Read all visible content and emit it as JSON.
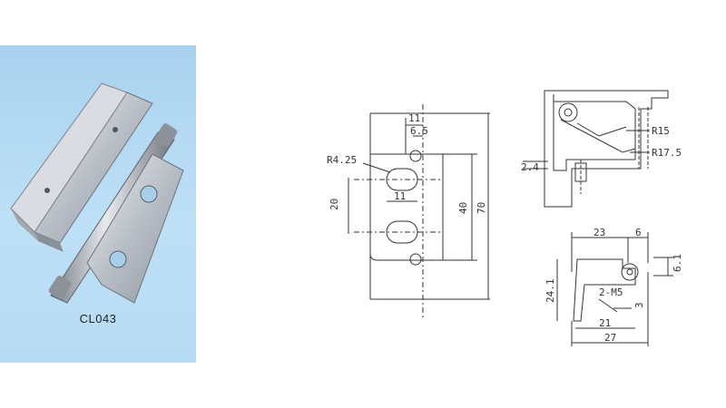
{
  "product": {
    "code": "CL043",
    "background_color": "#b5daf3",
    "metal_color": "#c8ccd2"
  },
  "front_view": {
    "dims": {
      "d11_top": "11",
      "d6_5": "6.5",
      "r4_25": "R4.25",
      "d20": "20",
      "d11_mid": "11",
      "d40": "40",
      "d70": "70"
    }
  },
  "side_view_top": {
    "dims": {
      "r15": "R15",
      "r17_5": "R17.5",
      "d2_4": "2.4"
    }
  },
  "side_view_bottom": {
    "dims": {
      "d23": "23",
      "d6": "6",
      "d6_1": "6.1",
      "d24_1": "24.1",
      "m5": "2-M5",
      "d3": "3",
      "d21": "21",
      "d27": "27"
    }
  }
}
